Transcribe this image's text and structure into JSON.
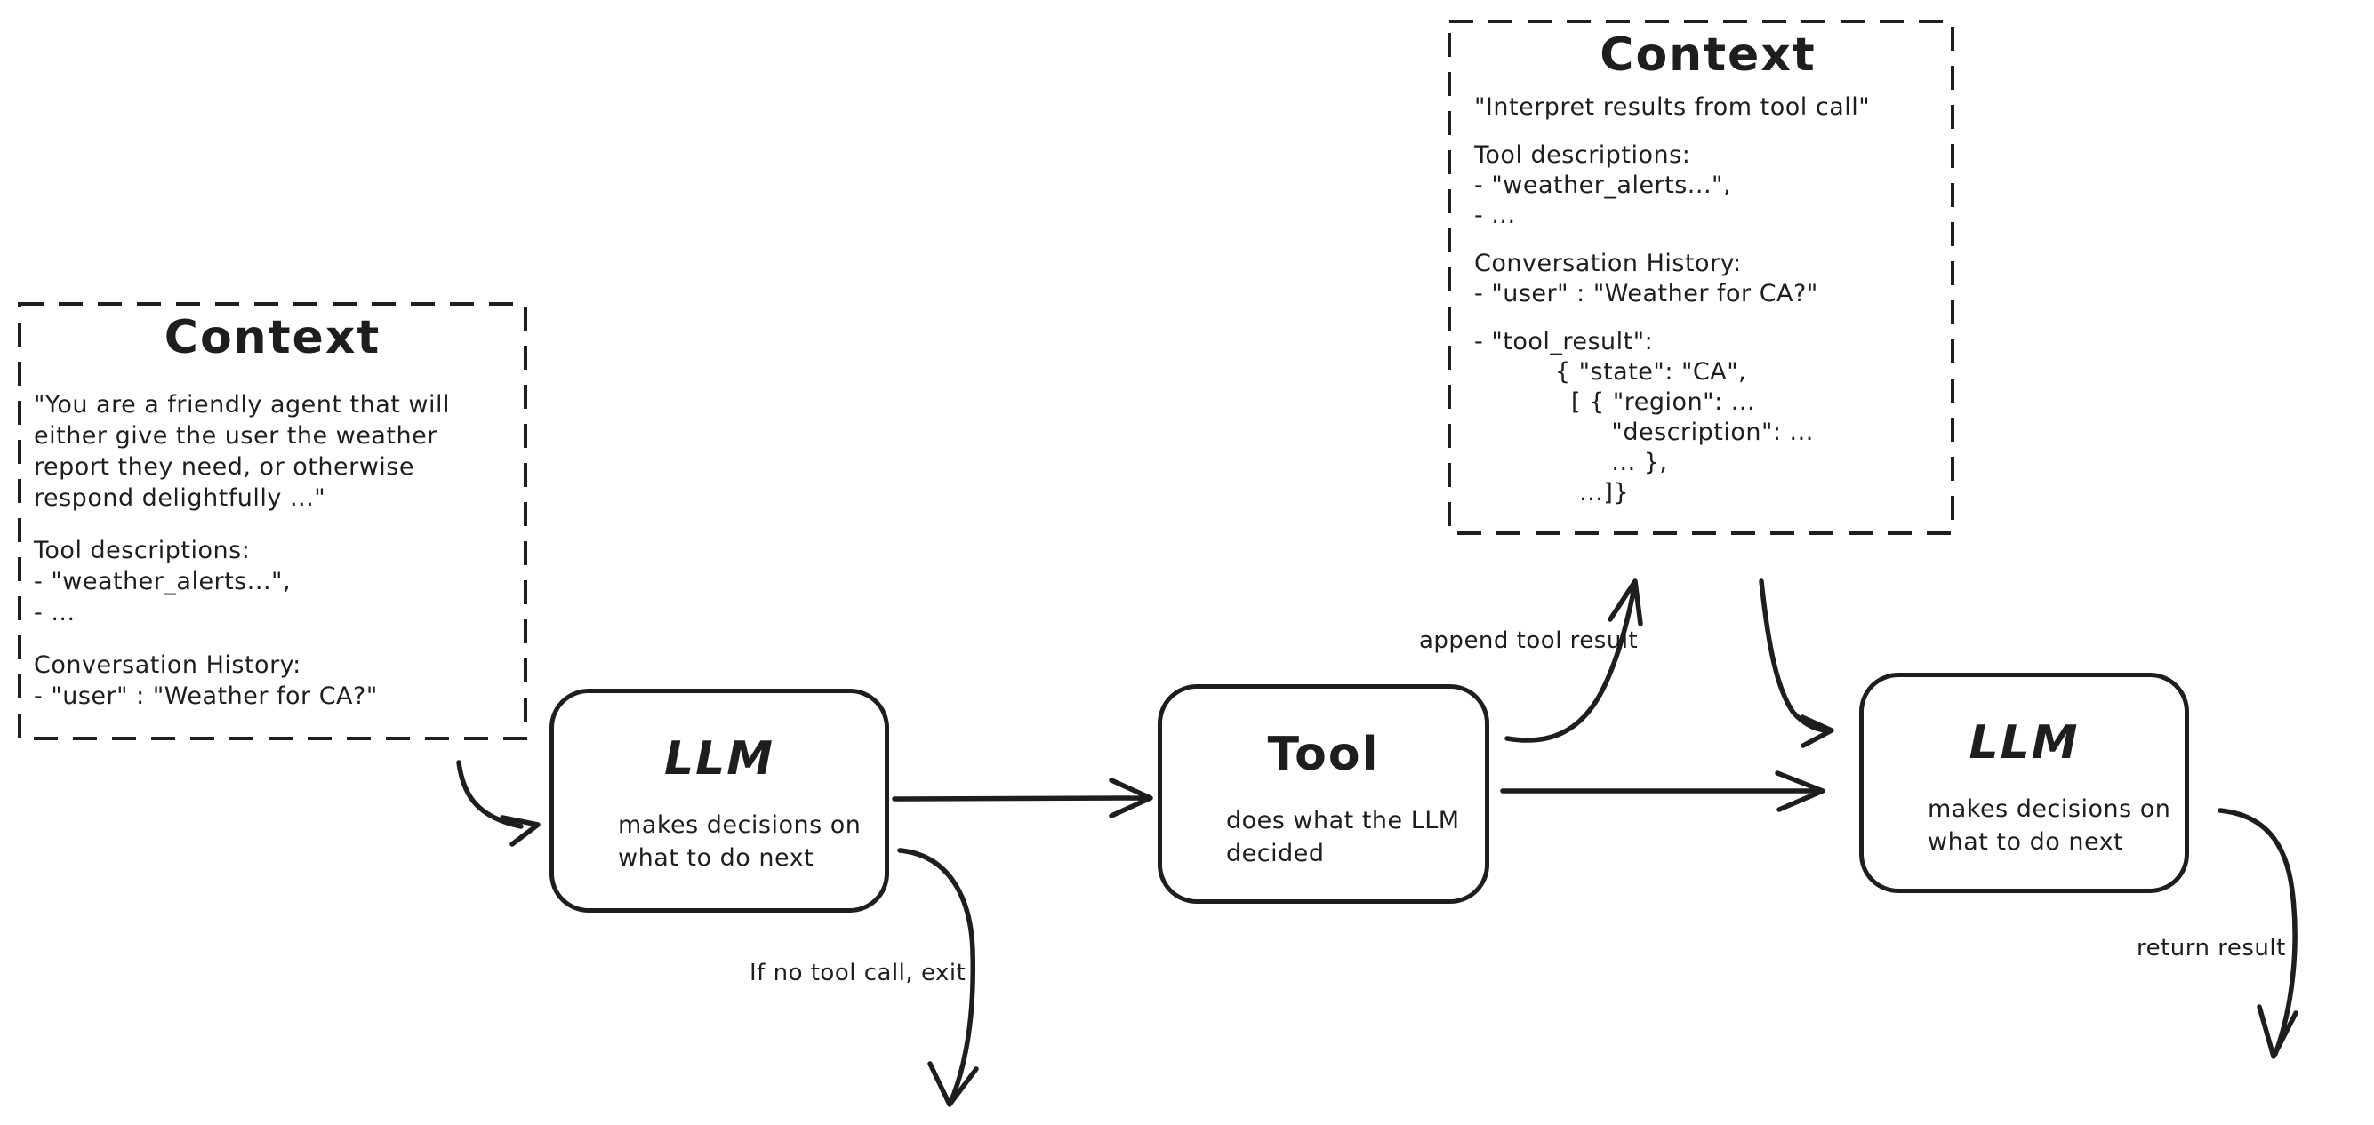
{
  "colors": {
    "ink": "#1e1e1e",
    "background": "#ffffff"
  },
  "context1": {
    "title": "Context",
    "system_prompt": "\"You are a friendly agent that will\neither give the user the weather\nreport they need, or otherwise\nrespond delightfully ...\"",
    "tool_descriptions": "Tool descriptions:\n- \"weather_alerts...\",\n- ...",
    "conversation_history": "Conversation History:\n- \"user\" : \"Weather for CA?\""
  },
  "context2": {
    "title": "Context",
    "instruction": "\"Interpret results from tool call\"",
    "tool_descriptions": "Tool descriptions:\n- \"weather_alerts...\",\n- ...",
    "conversation_history": "Conversation History:\n- \"user\" : \"Weather for CA?\"",
    "tool_result": "- \"tool_result\":\n          { \"state\": \"CA\",\n            [ { \"region\": ...\n                 \"description\": ...\n                 ... },\n             ...]}"
  },
  "nodes": {
    "llm1": {
      "title": "LLM",
      "subtitle": "makes decisions on\nwhat to do next"
    },
    "tool": {
      "title": "Tool",
      "subtitle": "does what the LLM\ndecided"
    },
    "llm2": {
      "title": "LLM",
      "subtitle": "makes decisions on\nwhat to do next"
    }
  },
  "edge_labels": {
    "append_tool_result": "append tool result",
    "no_tool_call_exit": "If no tool call, exit",
    "return_result": "return result"
  }
}
